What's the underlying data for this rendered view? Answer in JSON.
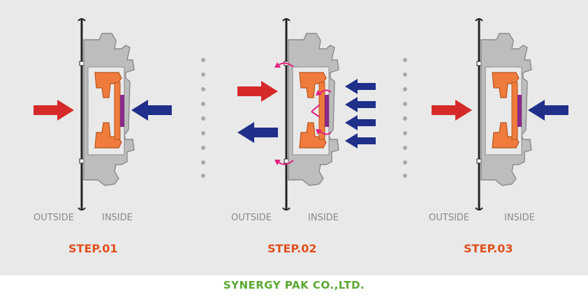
{
  "steps": [
    {
      "outside_label": "OUTSIDE",
      "inside_label": "INSIDE",
      "step_label": "STEP.01"
    },
    {
      "outside_label": "OUTSIDE",
      "inside_label": "INSIDE",
      "step_label": "STEP.02"
    },
    {
      "outside_label": "OUTSIDE",
      "inside_label": "INSIDE",
      "step_label": "STEP.03"
    }
  ],
  "footer": {
    "company": "SYNERGY PAK CO.,LTD."
  },
  "colors": {
    "background": "#e9e9e9",
    "outside_arrow": "#d62a2a",
    "inside_arrow": "#1f2f8a",
    "valve_body": "#ef7c3d",
    "membrane": "#8a2a8a",
    "airflow": "#e0237f",
    "housing": "#bdbdbd",
    "wall": "#222222",
    "step_text": "#e0501e",
    "footer_text": "#5aa832"
  },
  "icons": [
    "outside-pressure-arrow",
    "inside-pressure-arrow",
    "airflow-arrow",
    "valve-icon",
    "separator-dots"
  ]
}
